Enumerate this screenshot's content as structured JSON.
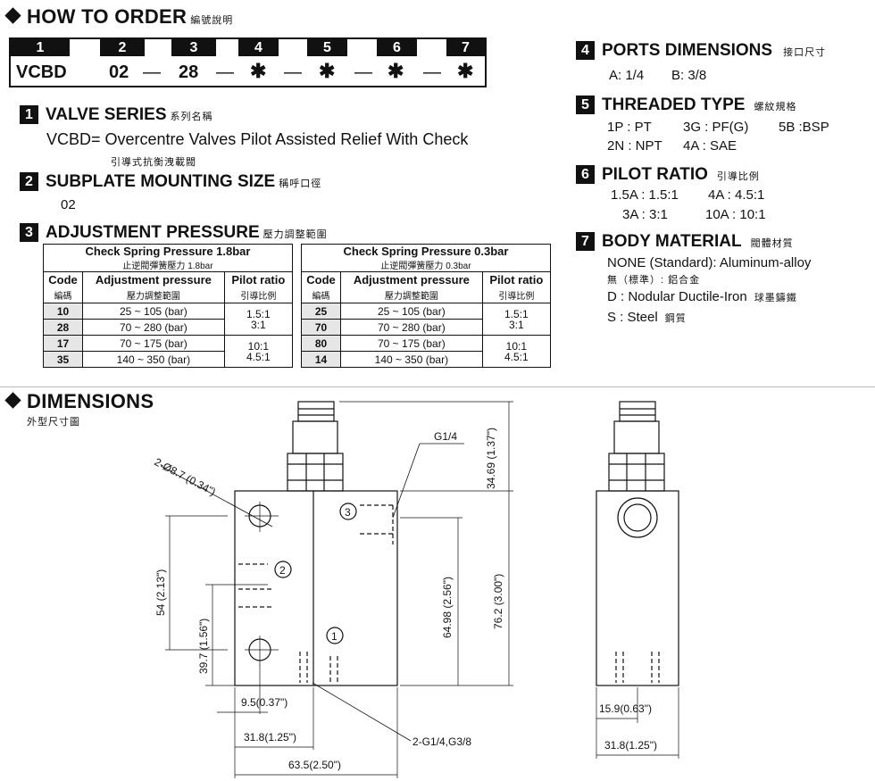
{
  "how_to_order": {
    "title": "HOW TO  ORDER",
    "title_zh": "編號說明"
  },
  "order_code": {
    "positions": [
      "1",
      "2",
      "3",
      "4",
      "5",
      "6",
      "7"
    ],
    "values": [
      "VCBD",
      "02",
      "—",
      "28",
      "—",
      "✱",
      "—",
      "✱",
      "—",
      "✱",
      "—",
      "✱"
    ]
  },
  "valve_series": {
    "num": "1",
    "title": "VALVE SERIES",
    "title_zh": "系列名稱",
    "desc": "VCBD=  Overcentre Valves Pilot Assisted Relief With Check",
    "desc_zh": "引導式抗衡洩載閥"
  },
  "subplate": {
    "num": "2",
    "title": "SUBPLATE MOUNTING SIZE",
    "title_zh": "稱呼口徑",
    "value": "02"
  },
  "adjustment": {
    "num": "3",
    "title": "ADJUSTMENT PRESSURE",
    "title_zh": "壓力調整範圍",
    "tables": [
      {
        "heading": "Check Spring Pressure  1.8bar",
        "heading_zh": "止逆閥彈簧壓力 1.8bar",
        "cols": [
          "Code",
          "Adjustment pressure",
          "Pilot ratio"
        ],
        "cols_zh": [
          "編碼",
          "壓力調整範圍",
          "引導比例"
        ],
        "rows": [
          [
            "10",
            "25 ~ 105 (bar)"
          ],
          [
            "28",
            "70 ~ 280 (bar)"
          ],
          [
            "17",
            "70 ~ 175 (bar)"
          ],
          [
            "35",
            "140 ~ 350 (bar)"
          ]
        ],
        "ratios": [
          [
            "1.5:1",
            "3:1"
          ],
          [
            "10:1",
            "4.5:1"
          ]
        ]
      },
      {
        "heading": "Check Spring Pressure  0.3bar",
        "heading_zh": "止逆閥彈簧壓力 0.3bar",
        "cols": [
          "Code",
          "Adjustment pressure",
          "Pilot ratio"
        ],
        "cols_zh": [
          "編碼",
          "壓力調整範圍",
          "引導比例"
        ],
        "rows": [
          [
            "25",
            "25 ~ 105 (bar)"
          ],
          [
            "70",
            "70 ~ 280 (bar)"
          ],
          [
            "80",
            "70 ~ 175 (bar)"
          ],
          [
            "14",
            "140 ~ 350 (bar)"
          ]
        ],
        "ratios": [
          [
            "1.5:1",
            "3:1"
          ],
          [
            "10:1",
            "4.5:1"
          ]
        ]
      }
    ]
  },
  "ports": {
    "num": "4",
    "title": "PORTS DIMENSIONS",
    "title_zh": "接口尺寸",
    "a": "A: 1/4",
    "b": "B: 3/8"
  },
  "threaded": {
    "num": "5",
    "title": "THREADED TYPE",
    "title_zh": "螺紋規格",
    "items": [
      "1P : PT",
      "3G : PF(G)",
      "5B :BSP",
      "2N : NPT",
      "4A : SAE"
    ]
  },
  "pilot": {
    "num": "6",
    "title": "PILOT RATIO",
    "title_zh": "引導比例",
    "items": [
      "1.5A  : 1.5:1",
      "4A  : 4.5:1",
      "3A  : 3:1",
      "10A : 10:1"
    ]
  },
  "body": {
    "num": "7",
    "title": "BODY MATERIAL",
    "title_zh": "閥體材質",
    "l1": "NONE (Standard): Aluminum-alloy",
    "l1_zh": "無（標準）: 鋁合金",
    "l2": "D : Nodular Ductile-Iron",
    "l2_zh": "球墨鑄鐵",
    "l3": "S : Steel",
    "l3_zh": "鋼質"
  },
  "dimensions": {
    "title": "DIMENSIONS",
    "title_zh": "外型尺寸圖",
    "labels": {
      "hole": "2-Ø8.7 (0.34\")",
      "g14": "G1/4",
      "d3469": "34.69 (1.37\")",
      "d54": "54 (2.13\")",
      "d397": "39.7 (1.56\")",
      "d6498": "64.98 (2.56\")",
      "d762": "76.2 (3.00\")",
      "d95": "9.5(0.37\")",
      "d318": "31.8(1.25\")",
      "d635": "63.5(2.50\")",
      "g38": "2-G1/4,G3/8",
      "d159": "15.9(0.63\")",
      "d318b": "31.8(1.25\")",
      "p1": "1",
      "p2": "2",
      "p3": "3"
    }
  }
}
